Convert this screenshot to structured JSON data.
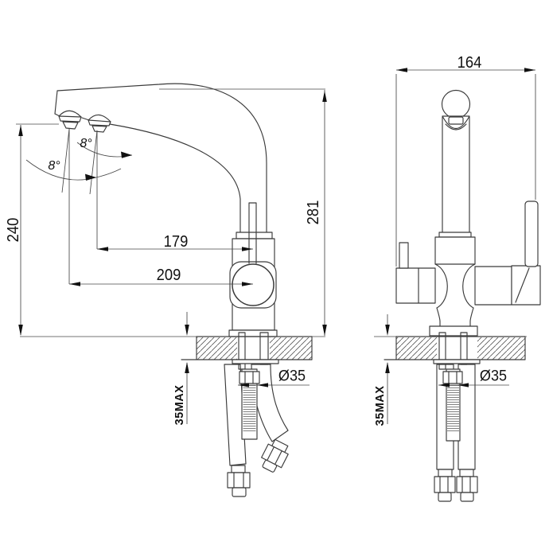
{
  "drawing": {
    "kind": "faucet technical drawing, two orthographic views",
    "views": {
      "left": "side view with bent spout",
      "right": "front view with side handles"
    },
    "dimensions": {
      "d240": "240",
      "d8_upper": "8°",
      "d8_lower": "8°",
      "d179": "179",
      "d209": "209",
      "d281": "281",
      "d164": "164",
      "d35max_left": "35MAX",
      "d35max_right": "35MAX",
      "dia35_left": "Ø35",
      "dia35_right": "Ø35"
    },
    "colors": {
      "object_line": "#3a3a3a",
      "dimension_line": "#474747",
      "text": "#111111",
      "background": "#ffffff"
    }
  }
}
